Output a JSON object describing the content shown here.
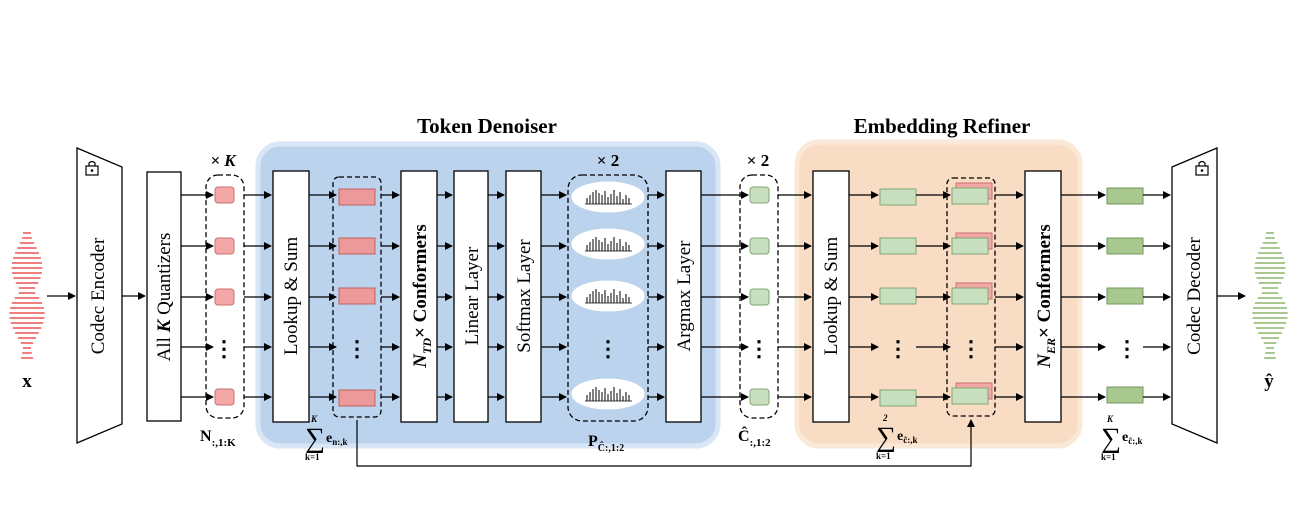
{
  "sections": {
    "token_denoiser": "Token Denoiser",
    "embedding_refiner": "Embedding Refiner"
  },
  "blocks": {
    "codec_encoder": "Codec Encoder",
    "quantizers_prefix": "All",
    "quantizers_k": "K",
    "quantizers_suffix": "Quantizers",
    "lookup_sum_1": "Lookup & Sum",
    "conformers_td_n": "N",
    "conformers_td_sub": "TD",
    "conformers_td_rest": "× Conformers",
    "linear_layer": "Linear Layer",
    "softmax_layer": "Softmax Layer",
    "argmax_layer": "Argmax Layer",
    "lookup_sum_2": "Lookup & Sum",
    "conformers_er_n": "N",
    "conformers_er_sub": "ER",
    "conformers_er_rest": "× Conformers",
    "codec_decoder": "Codec Decoder"
  },
  "multipliers": {
    "times_k": "× K",
    "times_2a": "× 2",
    "times_2b": "× 2"
  },
  "labels": {
    "input": "x",
    "output": "ŷ",
    "n_main": "N",
    "n_sub": ":,1:K",
    "p_main": "P",
    "p_sub": "Ĉ:,1:2",
    "c_main": "Ĉ",
    "c_sub": ":,1:2",
    "sum1_upper": "K",
    "sum1_lower": "k=1",
    "sum1_term": "e",
    "sum1_sub": "n:,k",
    "sum2_upper": "2",
    "sum2_lower": "k=1",
    "sum2_term": "e",
    "sum2_sub": "ĉ:,k",
    "sum3_upper": "K",
    "sum3_lower": "k=1",
    "sum3_term": "e",
    "sum3_sub": "ĉ:,k",
    "sigma": "∑",
    "ellipsis": "⋮",
    "h_ellipsis": "⋯"
  },
  "colors": {
    "token_denoiser_bg": "#bcd3ee",
    "embedding_refiner_bg": "#f8dcc4",
    "input_wave": "#f08080",
    "output_wave": "#a8c890",
    "token_red": "#f4a7a7",
    "token_green": "#c8dfc0"
  },
  "icons": [
    "lock-icon",
    "lock-icon"
  ]
}
